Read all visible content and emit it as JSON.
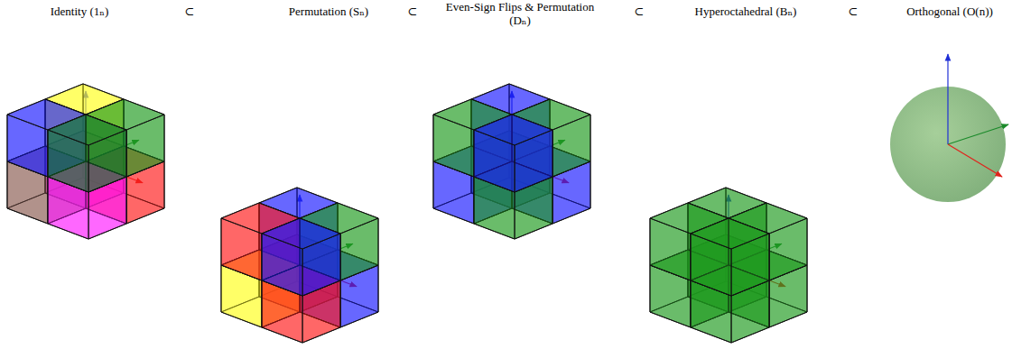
{
  "diagram": {
    "labels": [
      "Identity (1ₙ)",
      "⊂",
      "Permutation (Sₙ)",
      "⊂",
      "Even-Sign Flips & Permutation (Dₙ)",
      "⊂",
      "Hyperoctahedral (Bₙ)",
      "⊂",
      "Orthogonal (O(n))"
    ]
  }
}
